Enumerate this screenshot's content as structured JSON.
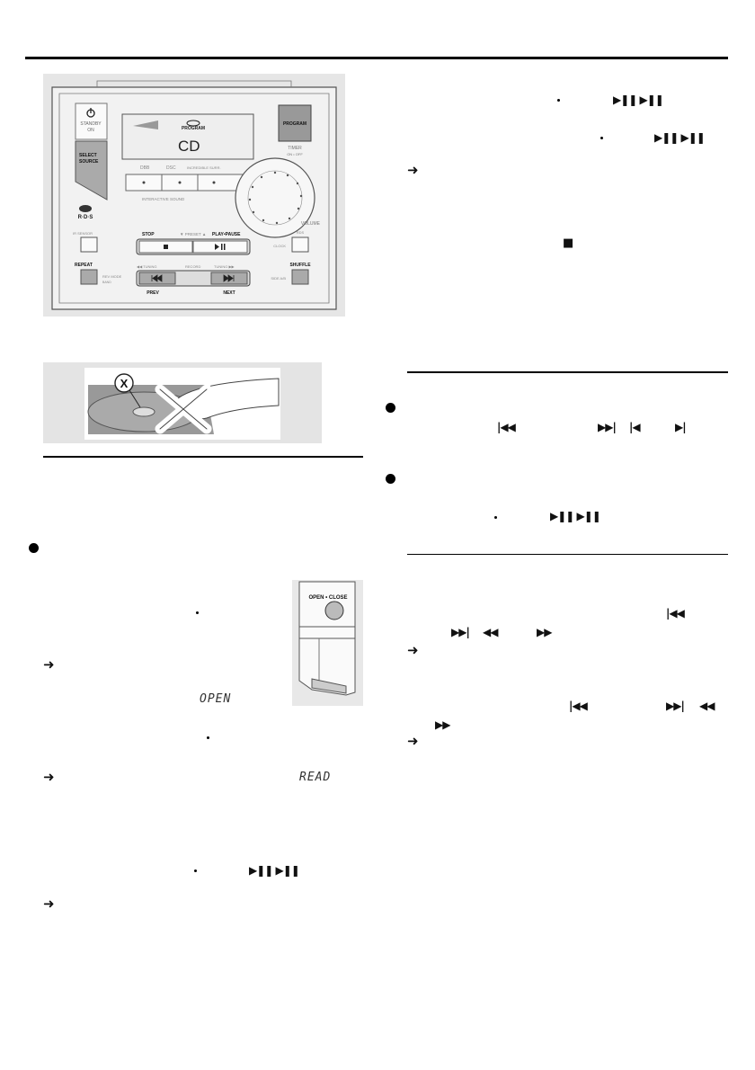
{
  "device": {
    "standby_label": "STANDBY",
    "on_label": "ON",
    "select_source": "SELECT SOURCE",
    "program": "PROGRAM",
    "display_program": "PROGRAM",
    "display_text": "CD",
    "timer": "TIMER",
    "timer_sub": "ON • OFF",
    "dbb": "DBB",
    "dsc": "DSC",
    "incredible": "INCREDIBLE SURR.",
    "interactive_sound": "INTERACTIVE SOUND",
    "volume": "VOLUME",
    "ir_sensor": "IR SENSOR",
    "rds_label": "R·D·S",
    "rds_btn": "RDS",
    "clock": "CLOCK",
    "stop": "STOP",
    "preset": "▼ PRESET ▲",
    "play_pause": "PLAY•PAUSE",
    "repeat": "REPEAT",
    "rev_mode": "REV MODE",
    "band": "BAND",
    "tuning_left": "◀◀ TUNING",
    "record": "RECORD",
    "tuning_right": "TUNING ▶▶",
    "prev": "PREV",
    "next": "NEXT",
    "shuffle": "SHUFFLE",
    "side_ab": "SIDE A/B"
  },
  "disc_warning": {
    "mark": "X"
  },
  "open_close": {
    "label": "OPEN • CLOSE"
  },
  "lcd": {
    "open": "OPEN",
    "read": "READ"
  },
  "symbols": {
    "play_pause_pair": "▶❚❚  ▶❚❚",
    "stop": "■",
    "prev": "|◀◀",
    "next": "▶▶|",
    "prev_single": "|◀",
    "next_single": "▶|",
    "rew": "◀◀",
    "ffw": "▶▶",
    "arrow": "➜"
  }
}
